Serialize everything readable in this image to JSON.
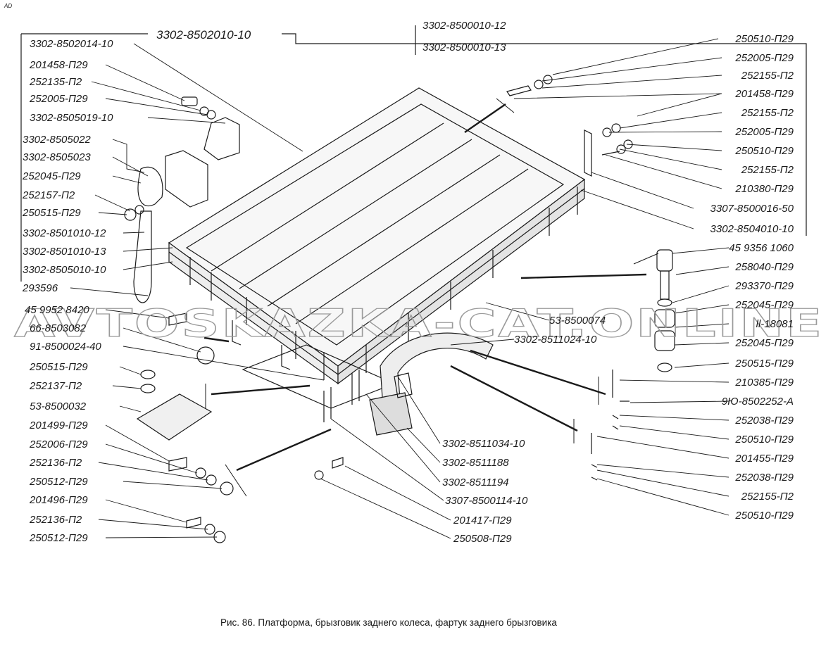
{
  "figure": {
    "caption": "Рис. 86. Платформа, брызговик заднего колеса, фартук заднего брызговика",
    "corner_mark": "AD",
    "watermark": "AVTOSKAZKA-CAT.ONLINE"
  },
  "groups": {
    "top_center": "3302-8502010-10",
    "top_right_1": "3302-8500010-12",
    "top_right_2": "3302-8500010-13"
  },
  "left_labels": [
    "3302-8502014-10",
    "201458-П29",
    "252135-П2",
    "252005-П29",
    "3302-8505019-10",
    "3302-8505022",
    "3302-8505023",
    "252045-П29",
    "252157-П2",
    "250515-П29",
    "3302-8501010-12",
    "3302-8501010-13",
    "3302-8505010-10",
    "293596",
    "45 9952 8420",
    "66-8503082",
    "91-8500024-40",
    "250515-П29",
    "252137-П2",
    "53-8500032",
    "201499-П29",
    "252006-П29",
    "252136-П2",
    "250512-П29",
    "201496-П29",
    "252136-П2",
    "250512-П29"
  ],
  "right_labels": [
    "250510-П29",
    "252005-П29",
    "252155-П2",
    "201458-П29",
    "252155-П2",
    "252005-П29",
    "250510-П29",
    "252155-П2",
    "210380-П29",
    "3307-8500016-50",
    "3302-8504010-10",
    "45 9356 1060",
    "258040-П29",
    "293370-П29",
    "252045-П29",
    "ll-18081",
    "252045-П29",
    "250515-П29",
    "210385-П29",
    "9Ю-8502252-А",
    "252038-П29",
    "250510-П29",
    "201455-П29",
    "252038-П29",
    "252155-П2",
    "250510-П29"
  ],
  "center_labels": [
    "53-8500074",
    "3302-8511024-10",
    "3302-8511034-10",
    "3302-8511188",
    "3302-8511194",
    "3307-8500114-10",
    "201417-П29",
    "250508-П29"
  ]
}
